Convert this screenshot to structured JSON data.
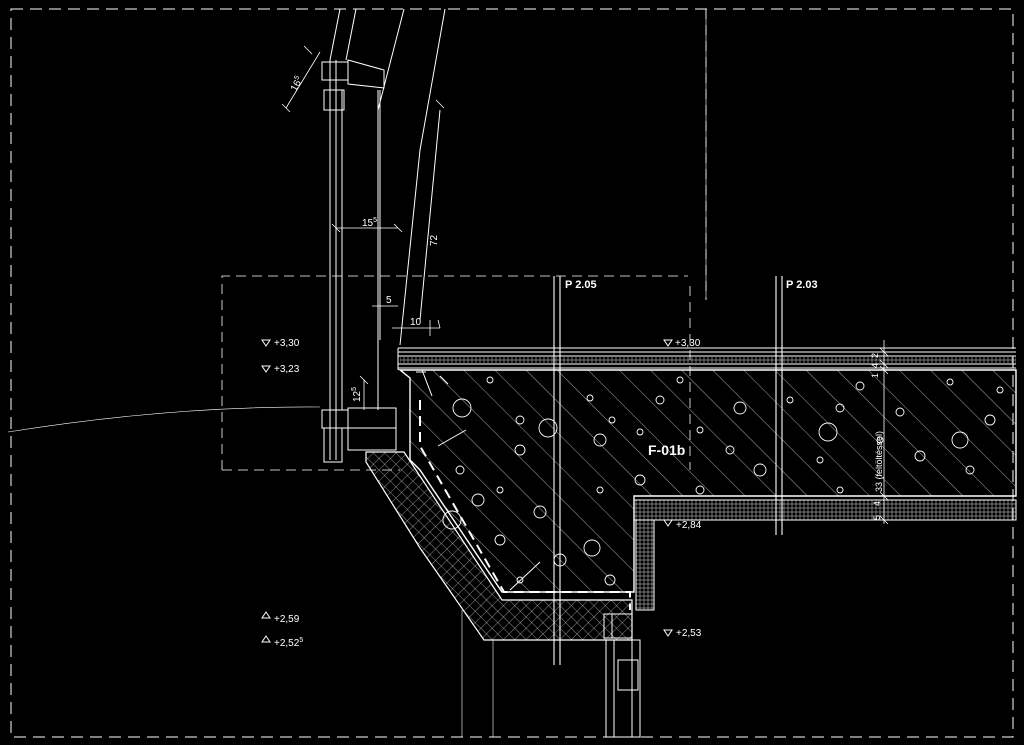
{
  "drawing": {
    "background": "#000000",
    "line_color": "#ffffff",
    "slab_label": "F-01b",
    "axes": [
      {
        "label": "P 2.05"
      },
      {
        "label": "P 2.03"
      }
    ],
    "levels": {
      "left_330": "+3,30",
      "left_323": "+3,23",
      "left_259": "+2,59",
      "left_2525": "+2,52",
      "left_2525_sup": "5",
      "slab_top": "+3,30",
      "underside": "+2,84",
      "lower": "+2,53"
    },
    "dimensions": {
      "angle_16": "16",
      "angle_16_sup": "5",
      "d_15": "15",
      "d_15_sup": "5",
      "d_72": "72",
      "d_5": "5",
      "d_10": "10",
      "d_12": "12",
      "d_12_sup": "5"
    },
    "layer_dims": {
      "v2": "2",
      "v4a": "4",
      "v1": "1",
      "v33": "33 (feltöltéssel)",
      "v4b": "4",
      "v5": "5"
    }
  }
}
